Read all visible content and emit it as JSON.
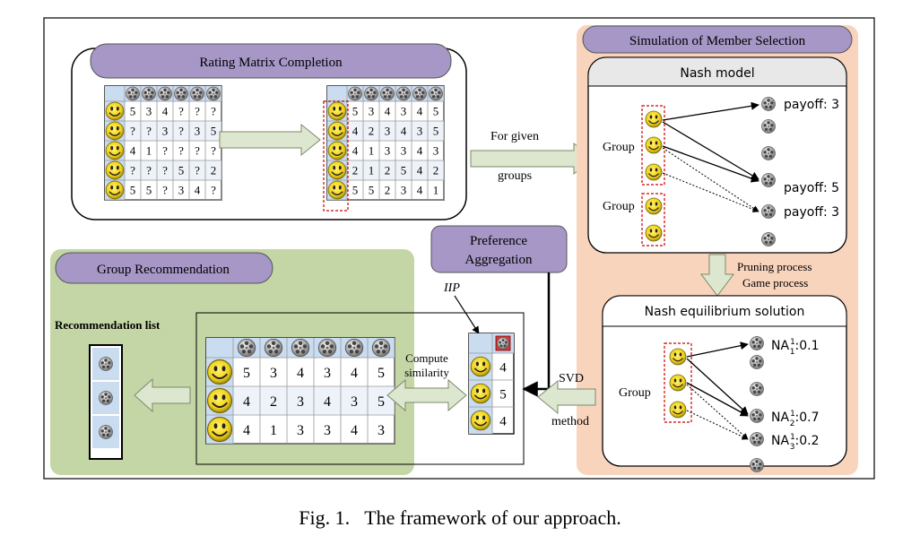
{
  "rating_matrix": {
    "title": "Rating Matrix Completion",
    "incomplete": [
      [
        "5",
        "3",
        "4",
        "?",
        "?",
        "?"
      ],
      [
        "?",
        "?",
        "3",
        "?",
        "3",
        "5"
      ],
      [
        "4",
        "1",
        "?",
        "?",
        "?",
        "?"
      ],
      [
        "?",
        "?",
        "?",
        "5",
        "?",
        "2"
      ],
      [
        "5",
        "5",
        "?",
        "3",
        "4",
        "?"
      ]
    ],
    "completed": [
      [
        "5",
        "3",
        "4",
        "3",
        "4",
        "5"
      ],
      [
        "4",
        "2",
        "3",
        "4",
        "3",
        "5"
      ],
      [
        "4",
        "1",
        "3",
        "3",
        "4",
        "3"
      ],
      [
        "2",
        "1",
        "2",
        "5",
        "4",
        "2"
      ],
      [
        "5",
        "5",
        "2",
        "3",
        "4",
        "1"
      ]
    ]
  },
  "for_given": "For given",
  "groups_label": "groups",
  "simulation": {
    "title": "Simulation of Member Selection",
    "nash_model": "Nash model",
    "group_label_1": "Group",
    "group_label_2": "Group",
    "payoffs": [
      "payoff: 3",
      "payoff: 5",
      "payoff: 3"
    ]
  },
  "pruning": {
    "line1": "Pruning process",
    "line2": "Game process"
  },
  "equilibrium": {
    "title": "Nash equilibrium solution",
    "group_label": "Group",
    "na_values": [
      {
        "prefix": "NA",
        "sup": "1",
        "sub": "1",
        "value": ":0.1"
      },
      {
        "prefix": "NA",
        "sup": "1",
        "sub": "2",
        "value": ":0.7"
      },
      {
        "prefix": "NA",
        "sup": "1",
        "sub": "3",
        "value": ":0.2"
      }
    ]
  },
  "preference": {
    "line1": "Preference",
    "line2": "Aggregation"
  },
  "svd": {
    "line1": "SVD",
    "line2": "method"
  },
  "iip_label": "IIP",
  "iip_values": [
    "4",
    "5",
    "4"
  ],
  "compute": {
    "line1": "Compute",
    "line2": "similarity"
  },
  "group_rec": {
    "title": "Group Recommendation",
    "list_label": "Recommendation list",
    "matrix": [
      [
        "5",
        "3",
        "4",
        "3",
        "4",
        "5"
      ],
      [
        "4",
        "2",
        "3",
        "4",
        "3",
        "5"
      ],
      [
        "4",
        "1",
        "3",
        "3",
        "4",
        "3"
      ]
    ]
  },
  "caption": "Fig. 1.   The framework of our approach.",
  "colors": {
    "purple": "#a697c7",
    "peach": "#f9d4bd",
    "green": "#c4d6a5",
    "header": "#c9dcf0",
    "arrow": "#dde7cf",
    "arrow_stroke": "#7a8a6a"
  }
}
